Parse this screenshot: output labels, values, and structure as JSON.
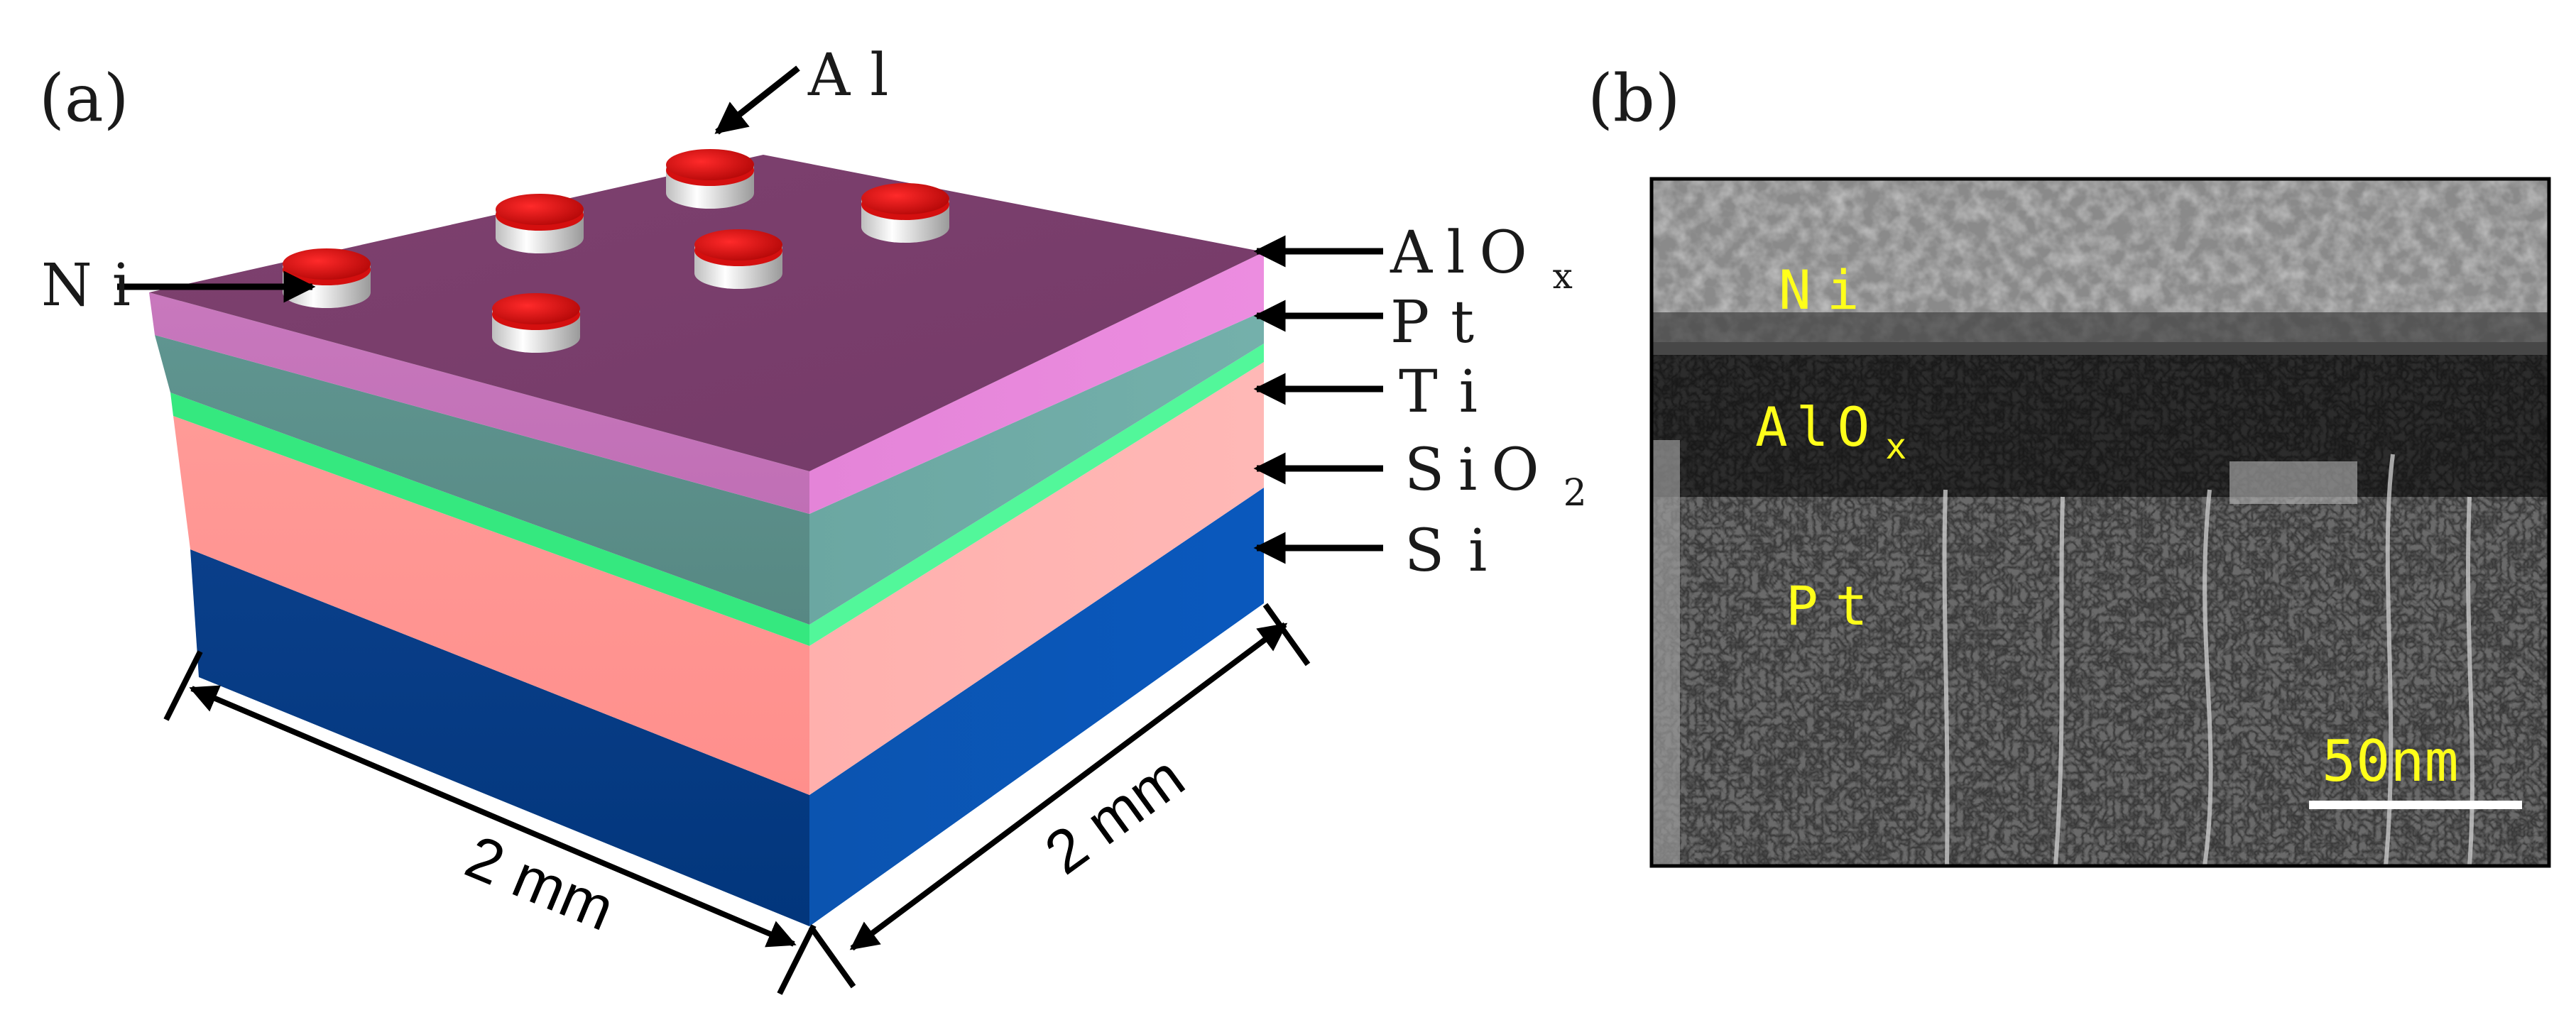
{
  "panel_a": {
    "label": "(a)",
    "labels": {
      "al": "Al",
      "ni": "Ni",
      "alox_main": "AlO",
      "alox_sub": "x",
      "pt": "Pt",
      "ti": "Ti",
      "sio2_main": "SiO",
      "sio2_sub": "2",
      "si": "Si"
    },
    "dimensions": {
      "front": "2 mm",
      "side": "2 mm"
    },
    "colors": {
      "top_surface": "#7b3f6e",
      "alox_layer": "#d67acb",
      "pt_layer": "#5f9590",
      "ti_layer": "#3cf58a",
      "sio2_layer": "#ff9d9a",
      "si_layer": "#06479a",
      "electrode_red": "#d40f0f"
    }
  },
  "panel_b": {
    "label": "(b)",
    "labels": {
      "ni": "Ni",
      "alox_main": "AlO",
      "alox_sub": "x",
      "pt": "Pt"
    },
    "scale_bar": "50nm",
    "label_color": "#ffff1a"
  }
}
